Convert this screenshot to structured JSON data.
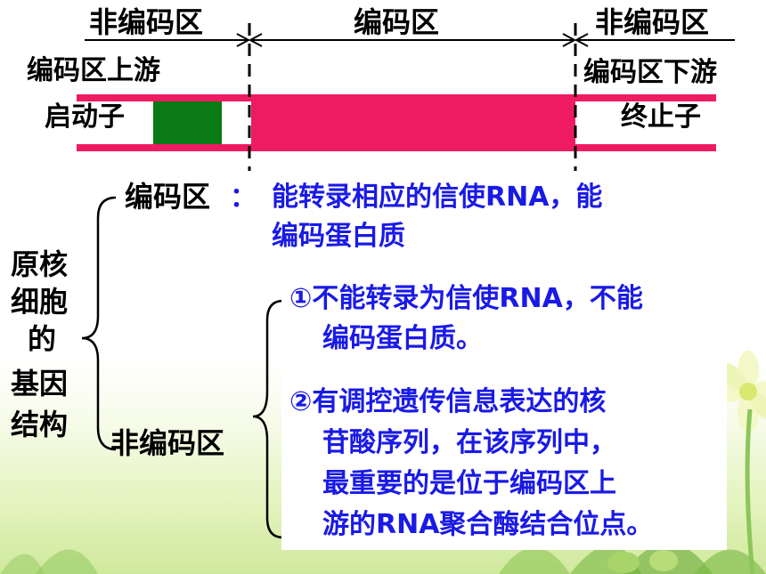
{
  "diagram": {
    "region_left": "非编码区",
    "region_middle": "编码区",
    "region_right": "非编码区",
    "upstream_label": "编码区上游",
    "downstream_label": "编码区下游",
    "promoter_label": "启动子",
    "terminator_label": "终止子",
    "colors": {
      "strand": "#ee1b62",
      "promoter": "#0a7a14",
      "arrow": "#000000"
    }
  },
  "legend": {
    "subject": [
      "原核",
      "细胞",
      "的",
      "基因",
      "结构"
    ],
    "coding": {
      "label": "编码区",
      "separator": "：",
      "desc_line1": "能转录相应的信使RNA，能",
      "desc_line2": "编码蛋白质"
    },
    "noncoding": {
      "label": "非编码区",
      "point1_line1": "①不能转录为信使RNA，不能",
      "point1_line2": "编码蛋白质。",
      "point2_line1": "②有调控遗传信息表达的核",
      "point2_line2": "苷酸序列，在该序列中，",
      "point2_line3": "最重要的是位于编码区上",
      "point2_line4": "游的RNA聚合酶结合位点。"
    },
    "colors": {
      "desc_text": "#1a1ae6"
    }
  }
}
